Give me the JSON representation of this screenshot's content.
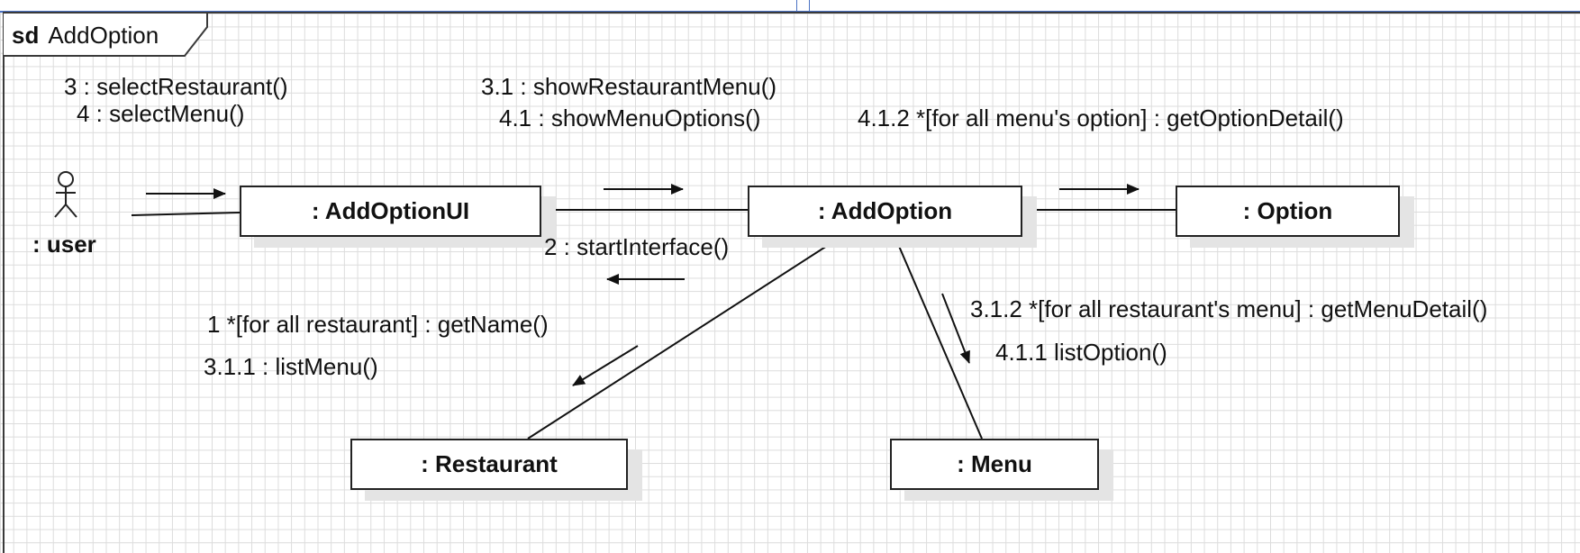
{
  "frame": {
    "keyword": "sd",
    "name": "AddOption"
  },
  "actor": {
    "name": ": user"
  },
  "objects": {
    "addoption_ui": ": AddOptionUI",
    "addoption": ": AddOption",
    "option": ": Option",
    "restaurant": ": Restaurant",
    "menu": ": Menu"
  },
  "messages": {
    "m3": "3 : selectRestaurant()",
    "m4": "4 : selectMenu()",
    "m31": "3.1 : showRestaurantMenu()",
    "m41": "4.1 : showMenuOptions()",
    "m412": "4.1.2 *[for all menu's option] : getOptionDetail()",
    "m2": "2 : startInterface()",
    "m1": "1 *[for all restaurant] : getName()",
    "m311": "3.1.1 : listMenu()",
    "m312": "3.1.2 *[for all restaurant's menu] : getMenuDetail()",
    "m411": "4.1.1 listOption()"
  }
}
